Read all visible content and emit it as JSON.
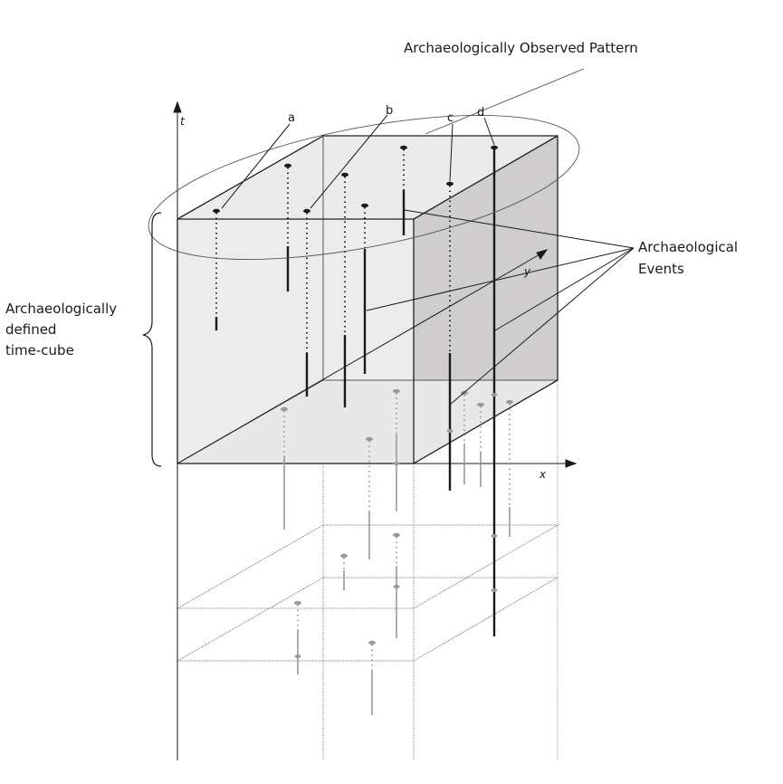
{
  "labels": {
    "observed_pattern": "Archaeologically Observed Pattern",
    "events_line1": "Archaeological",
    "events_line2": "Events",
    "cube_line1": "Archaeologically",
    "cube_line2": "defined",
    "cube_line3": "time-cube"
  },
  "axes": {
    "t": "t",
    "x": "x",
    "y": "y"
  },
  "markers": {
    "a": "a",
    "b": "b",
    "c": "c",
    "d": "d"
  },
  "colors": {
    "front_face": "#ececec",
    "top_face": "#ebebeb",
    "right_face": "#cfcdcd",
    "bottom_face": "#e8e8e8",
    "line": "#1a1a1a",
    "faint": "#9a9a9a"
  }
}
